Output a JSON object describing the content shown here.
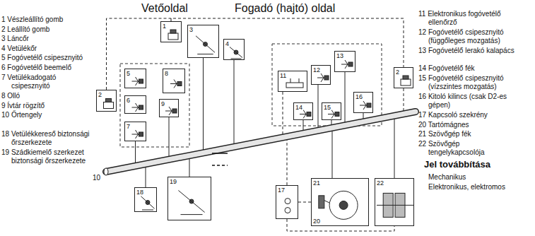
{
  "diagram": {
    "nodes": [
      {
        "text": [
          "1"
        ]
      },
      {
        "text": [
          "3"
        ]
      },
      {
        "text": [
          "4"
        ]
      },
      {
        "text": [
          "2"
        ]
      },
      {
        "text": [
          "5"
        ]
      },
      {
        "text": [
          "8"
        ]
      },
      {
        "text": [
          "6"
        ]
      },
      {
        "text": [
          "9"
        ]
      },
      {
        "text": [
          "7"
        ]
      },
      {
        "text": [
          "13"
        ]
      },
      {
        "text": [
          "12"
        ]
      },
      {
        "text": [
          "11"
        ]
      },
      {
        "text": [
          "2"
        ]
      },
      {
        "text": [
          "14"
        ]
      },
      {
        "text": [
          "15"
        ]
      },
      {
        "text": [
          "16"
        ]
      },
      {
        "text": [
          "18"
        ]
      },
      {
        "text": [
          "19"
        ]
      },
      {
        "text": [
          "17"
        ]
      },
      {
        "text": [
          "21",
          "20"
        ]
      },
      {
        "text": [
          "22"
        ]
      }
    ],
    "edges": [
      {
        "from": 3,
        "to": 0,
        "arrow": "none"
      },
      {
        "from": 0,
        "to": 12,
        "arrow": "none"
      },
      {
        "from": 18,
        "to": 19,
        "arrow": "none"
      },
      {
        "from": 18,
        "to": 20,
        "arrow": "none"
      }
    ],
    "labels": [
      "Vetőoldal",
      "Fogadó (hajtó) oldal",
      "1 Vészleállító gomb",
      "2 Leállító gomb",
      "3 Láncőr",
      "4 Vetülékőr",
      "5 Fogóvetélő csipesznyitó",
      "6 Fogóvetélő beemelő",
      "7 Vetülékadogató csipesznyitó",
      "8 Olló",
      "9 Ívtár rögzítő",
      "10 Őrtengely",
      "18 Vetülékkereső biztonsági őrszerkezete",
      "19 Szádkiemelő szerkezet biztonsági őrszerkezete",
      "11 Elektronikus fogóvetélő ellenőrző",
      "12 Fogóvetélő csipesznyitó (függőleges mozgatás)",
      "13 Fogóvetélő lerakó kalapács",
      "14 Fogóvetélő fék",
      "15 Fogóvetélő csipesznyitó (vízszintes mozgatás)",
      "16 Kitoló kilincs (csak D2-es gépen)",
      "17 Kapcsoló szekrény",
      "20 Tartómágnes",
      "21 Szövőgép fék",
      "22 Szövőgép tengelykapcsolója",
      "Jel továbbítása",
      "10"
    ],
    "legend": [
      {
        "text": "Mechanikus"
      },
      {
        "text": "Elektronikus, elektromos"
      }
    ]
  }
}
